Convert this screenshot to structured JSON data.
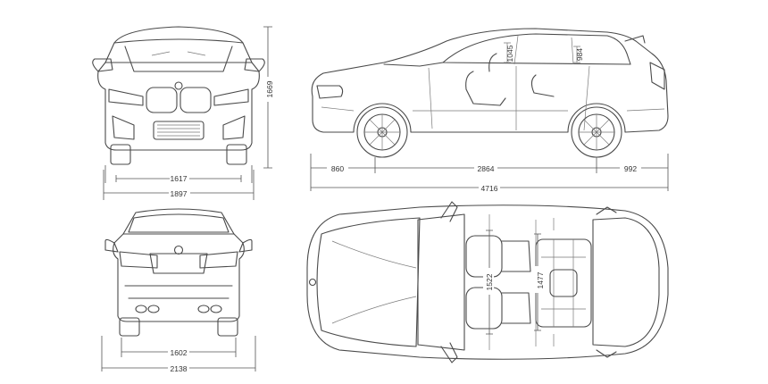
{
  "dimensions": {
    "height": "1669",
    "track_front": "1617",
    "width_body": "1897",
    "front_overhang": "860",
    "wheelbase": "2864",
    "rear_overhang": "992",
    "length": "4716",
    "headroom_front": "1045",
    "headroom_rear": "984",
    "track_rear": "1602",
    "width_mirrors": "2138",
    "shoulder_front": "1522",
    "shoulder_rear": "1477"
  }
}
